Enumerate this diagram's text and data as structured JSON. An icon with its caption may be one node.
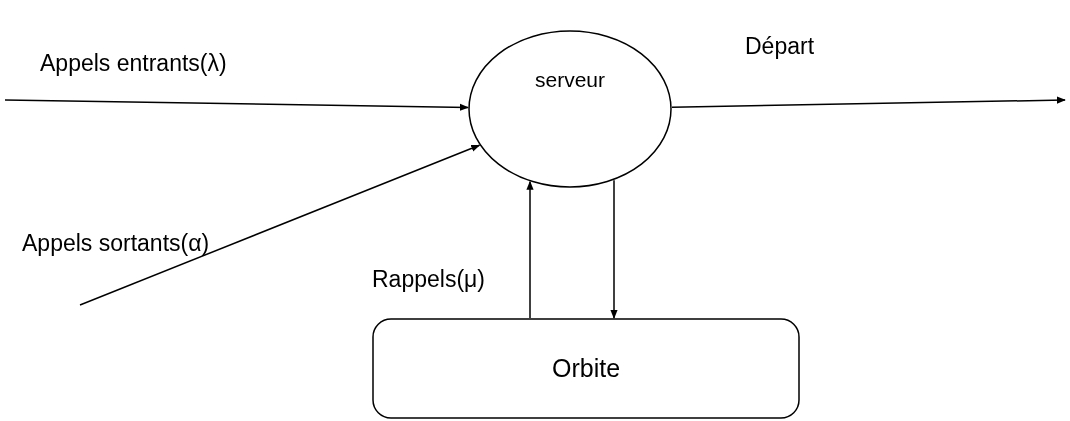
{
  "diagram": {
    "nodes": [
      {
        "text": [
          "serveur"
        ]
      },
      {
        "text": [
          "Orbite"
        ]
      }
    ],
    "edges": [
      {
        "from": null,
        "to": 0,
        "arrow": "to",
        "label": "Appels entrants(λ)"
      },
      {
        "from": null,
        "to": 0,
        "arrow": "to",
        "label": "Appels sortants(α)"
      },
      {
        "from": 0,
        "to": null,
        "arrow": "to",
        "label": "Départ"
      },
      {
        "from": 1,
        "to": 0,
        "arrow": "to",
        "label": "Rappels(μ)"
      },
      {
        "from": 0,
        "to": 1,
        "arrow": "to"
      }
    ]
  }
}
